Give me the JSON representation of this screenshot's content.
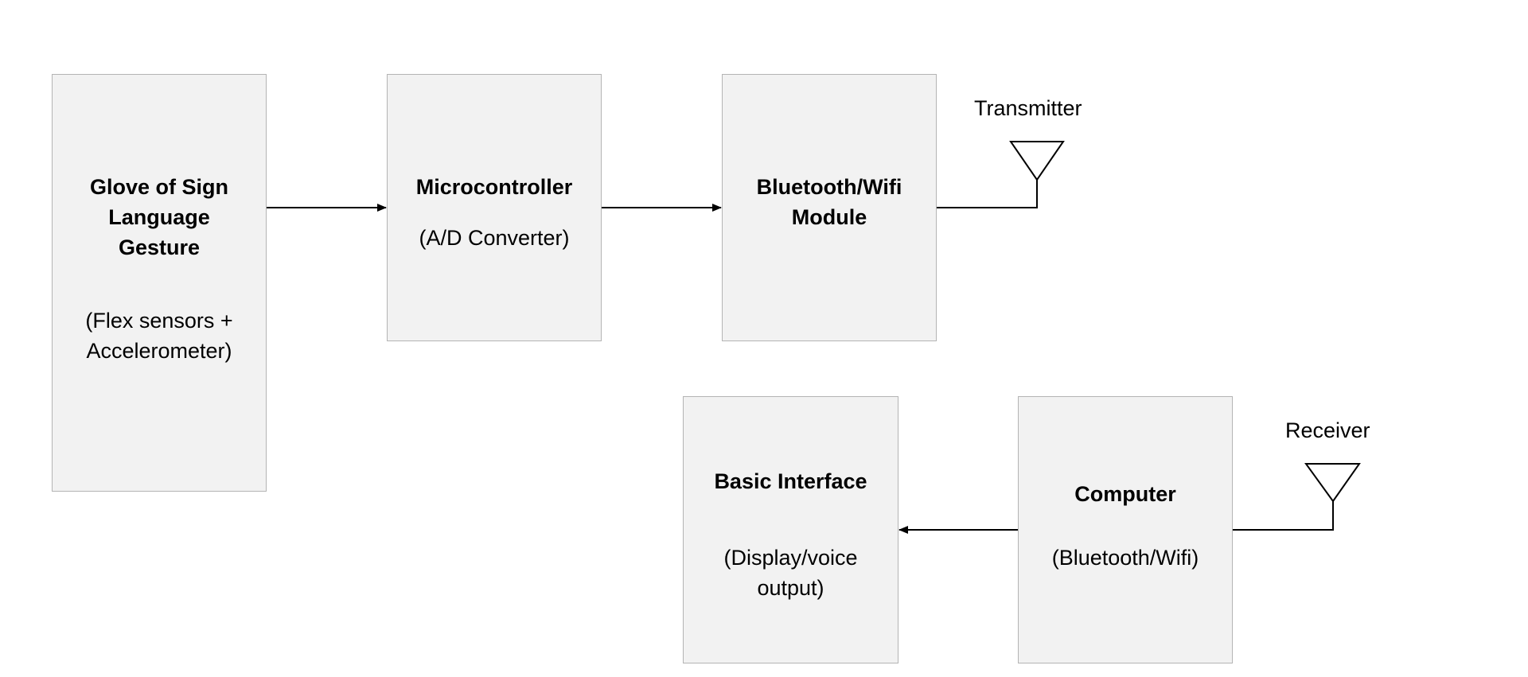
{
  "diagram": {
    "blocks": {
      "glove": {
        "title": "Glove of Sign Language Gesture",
        "subtitle": "(Flex sensors + Accelerometer)"
      },
      "microcontroller": {
        "title": "Microcontroller",
        "subtitle": "(A/D Converter)"
      },
      "wireless_module": {
        "title": "Bluetooth/Wifi Module",
        "subtitle": ""
      },
      "computer": {
        "title": "Computer",
        "subtitle": "(Bluetooth/Wifi)"
      },
      "interface": {
        "title": "Basic Interface",
        "subtitle": "(Display/voice output)"
      }
    },
    "antennas": {
      "transmitter": "Transmitter",
      "receiver": "Receiver"
    },
    "connections": [
      {
        "from": "glove",
        "to": "microcontroller"
      },
      {
        "from": "microcontroller",
        "to": "wireless_module"
      },
      {
        "from": "wireless_module",
        "to": "transmitter-antenna"
      },
      {
        "from": "receiver-antenna",
        "to": "computer"
      },
      {
        "from": "computer",
        "to": "interface"
      }
    ],
    "colors": {
      "block_fill": "#f2f2f2",
      "block_border": "#b4b4b4",
      "line": "#000000"
    }
  }
}
